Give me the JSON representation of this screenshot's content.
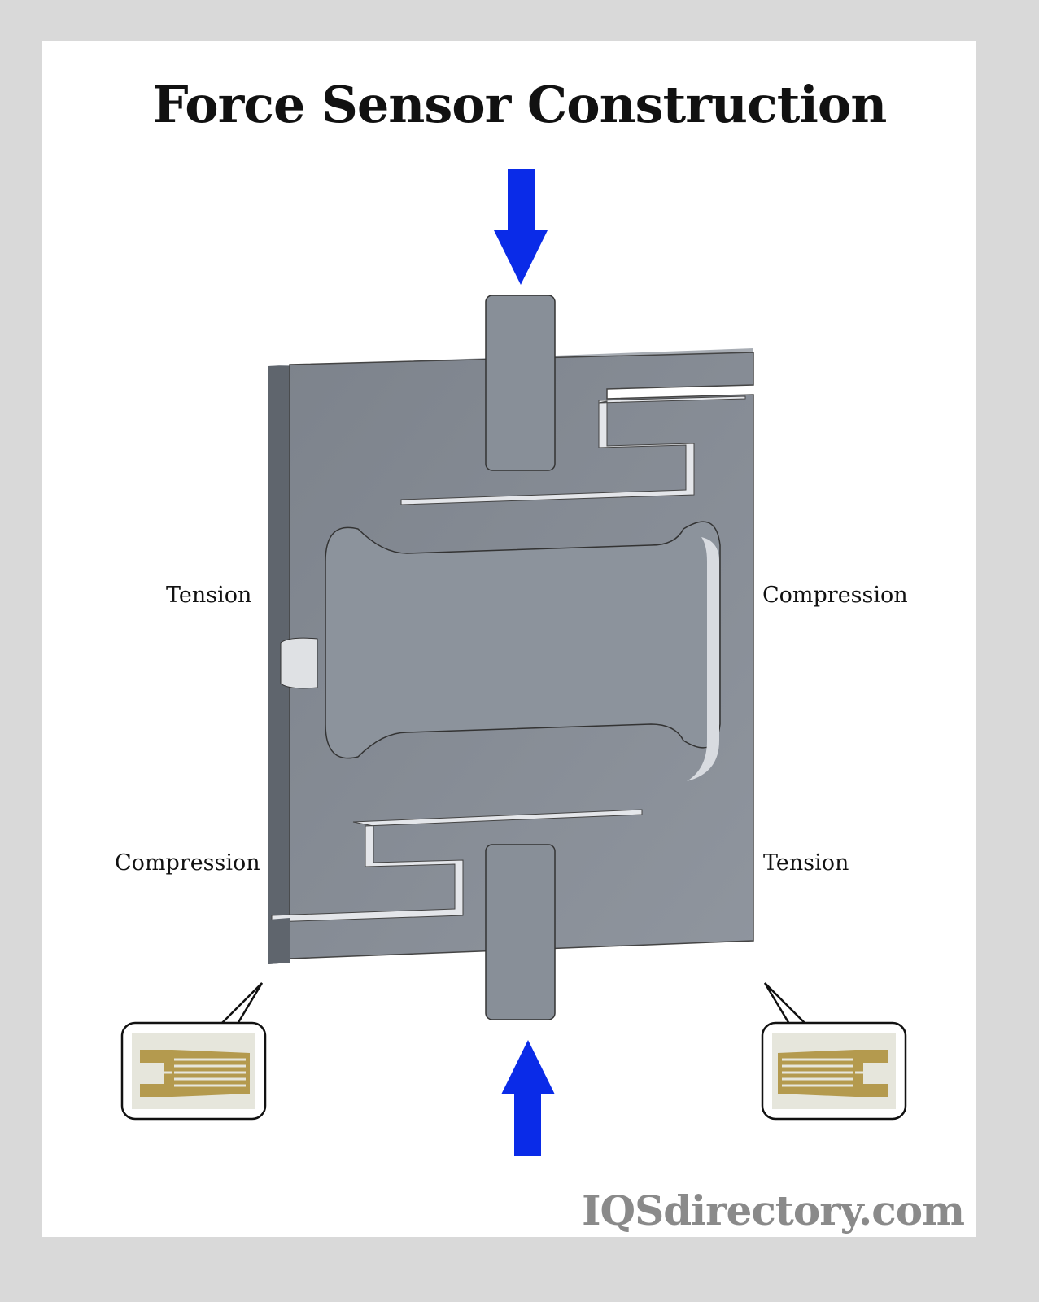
{
  "title": "Force Sensor Construction",
  "labels": {
    "upper_left": "Tension",
    "upper_right": "Compression",
    "lower_left": "Compression",
    "lower_right": "Tension"
  },
  "watermark": "IQSdirectory.com",
  "colors": {
    "arrow": "#0a2be8",
    "body": "#8a9099",
    "gauge": "#b49a4e",
    "frame": "#d9d9d9"
  }
}
